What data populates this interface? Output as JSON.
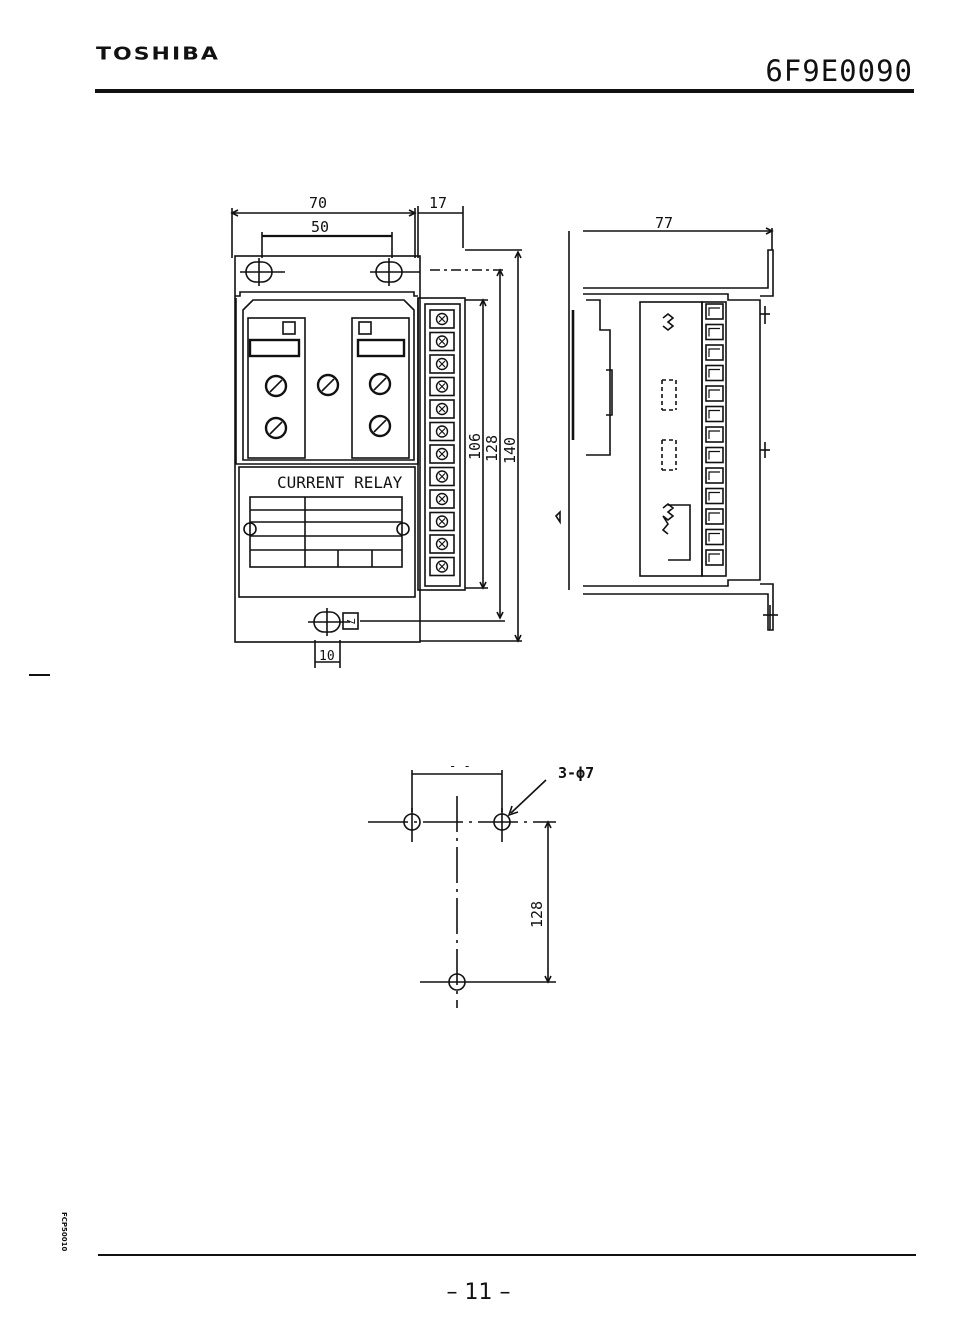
{
  "header": {
    "brand": "TOSHIBA",
    "doc_number": "6F9E0090"
  },
  "front_view": {
    "dims": {
      "width_overall": "70",
      "hole_pitch": "50",
      "terminal_depth": "17",
      "inner_height": "106",
      "hole_height": "128",
      "overall_height": "140",
      "hole_offset": "10",
      "slot_size": "7"
    },
    "nameplate_title": "CURRENT RELAY"
  },
  "side_view": {
    "dims": {
      "depth": "77"
    }
  },
  "mounting": {
    "hole_callout": "3-ϕ7",
    "vertical_pitch": "128",
    "horizontal_pitch": "- -"
  },
  "footer": {
    "form_code": "FCP50010",
    "page": "– 11 –"
  }
}
